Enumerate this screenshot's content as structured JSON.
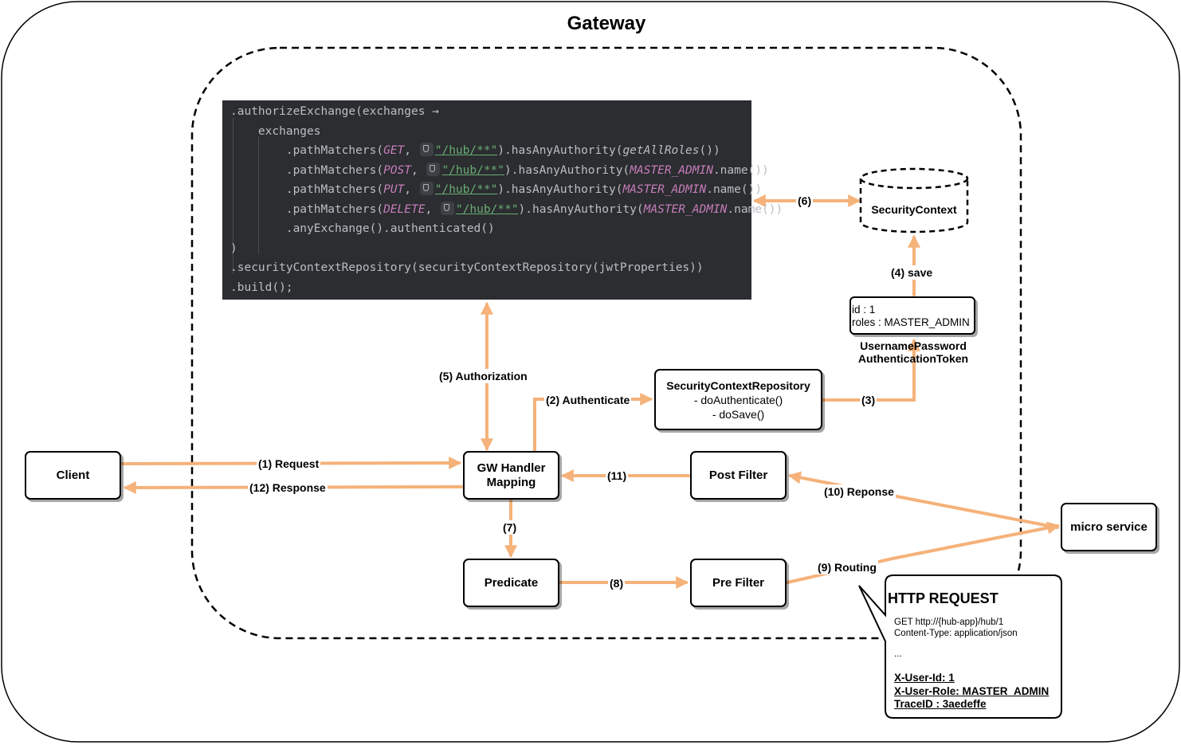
{
  "title": "Gateway",
  "code": {
    "line1_a": ".authorizeExchange(exchanges ",
    "line1_arrow": "→",
    "line2": "exchanges",
    "line3_a": ".pathMatchers(",
    "line3_method": "GET",
    "line3_url": "\"/hub/**\"",
    "line3_b": ").hasAnyAuthority(",
    "line3_arg": "getAllRoles",
    "line3_c": "())",
    "line4_a": ".pathMatchers(",
    "line4_method": "POST",
    "line4_url": "\"/hub/**\"",
    "line4_b": ").hasAnyAuthority(",
    "line4_arg": "MASTER_ADMIN",
    "line4_c": ".name())",
    "line5_a": ".pathMatchers(",
    "line5_method": "PUT",
    "line5_url": "\"/hub/**\"",
    "line5_b": ").hasAnyAuthority(",
    "line5_arg": "MASTER_ADMIN",
    "line5_c": ".name())",
    "line6_a": ".pathMatchers(",
    "line6_method": "DELETE",
    "line6_url": "\"/hub/**\"",
    "line6_b": ").hasAnyAuthority(",
    "line6_arg": "MASTER_ADMIN",
    "line6_c": ".name())",
    "line7": ".anyExchange().authenticated()",
    "line8": ")",
    "line9": ".securityContextRepository(securityContextRepository(jwtProperties))",
    "line10": ".build();"
  },
  "nodes": {
    "client": "Client",
    "gw_handler_line1": "GW Handler",
    "gw_handler_line2": "Mapping",
    "predicate": "Predicate",
    "pre_filter": "Pre Filter",
    "post_filter": "Post Filter",
    "micro_service": "micro service",
    "scr_title": "SecurityContextRepository",
    "scr_method1": "- doAuthenticate()",
    "scr_method2": "- doSave()",
    "security_context": "SecurityContext",
    "token_line1": "id : 1",
    "token_line2": "roles : MASTER_ADMIN",
    "token_caption1": "UsernamePassword",
    "token_caption2": "AuthenticationToken"
  },
  "edges": {
    "e1": "(1) Request",
    "e2": "(2) Authenticate",
    "e3": "(3)",
    "e4": "(4) save",
    "e5": "(5) Authorization",
    "e6": "(6)",
    "e7": "(7)",
    "e8": "(8)",
    "e9": "(9) Routing",
    "e10": "(10) Reponse",
    "e11": "(11)",
    "e12": "(12) Response"
  },
  "http_request": {
    "title": "HTTP REQUEST",
    "line1": "GET http://{hub-app}/hub/1",
    "line2": "Content-Type: application/json",
    "line3": "...",
    "header1": "X-User-Id: 1",
    "header2": "X-User-Role: MASTER_ADMIN",
    "header3": "TraceID : 3aedeffe"
  },
  "colors": {
    "arrow": "#f5b27a",
    "border": "#000000",
    "code_bg": "#2b2d30"
  }
}
